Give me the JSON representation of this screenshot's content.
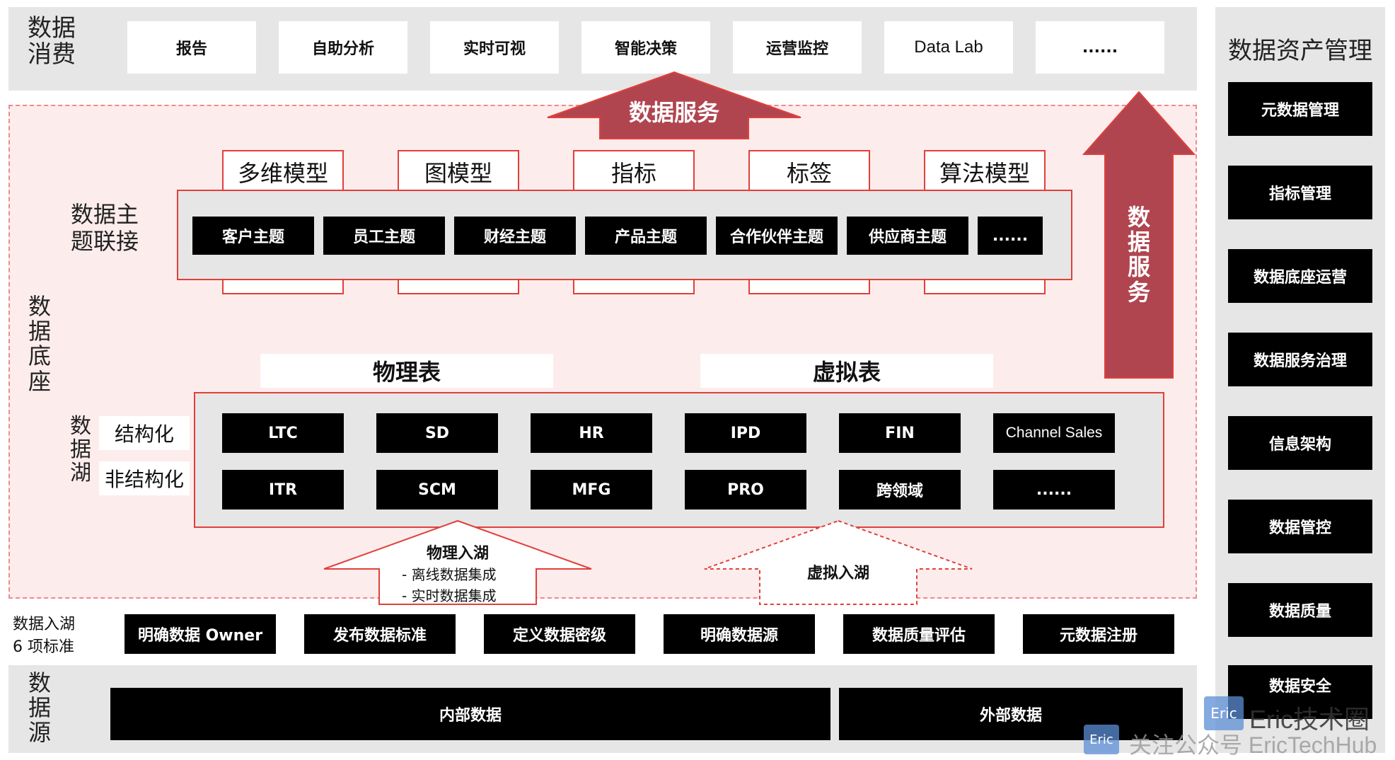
{
  "consumption": {
    "label": "数据消费",
    "items": [
      "报告",
      "自助分析",
      "实时可视",
      "智能决策",
      "运营监控",
      "Data Lab",
      "......"
    ]
  },
  "data_service_top": "数据服务",
  "data_service_side": "数据服务",
  "foundation_label": "数据底座",
  "models": [
    "多维模型",
    "图模型",
    "指标",
    "标签",
    "算法模型"
  ],
  "topic_label": "数据主题联接",
  "topics": [
    "客户主题",
    "员工主题",
    "财经主题",
    "产品主题",
    "合作伙伴主题",
    "供应商主题",
    "......"
  ],
  "table_types": {
    "physical": "物理表",
    "virtual": "虚拟表"
  },
  "lake": {
    "label": "数据湖",
    "structured": "结构化",
    "unstructured": "非结构化",
    "row1": [
      "LTC",
      "SD",
      "HR",
      "IPD",
      "FIN",
      "Channel Sales"
    ],
    "row2": [
      "ITR",
      "SCM",
      "MFG",
      "PRO",
      "跨领域",
      "......"
    ]
  },
  "physical_ingest": {
    "title": "物理入湖",
    "line1": "- 离线数据集成",
    "line2": "- 实时数据集成"
  },
  "virtual_ingest": {
    "title": "虚拟入湖"
  },
  "standards": {
    "label_line1": "数据入湖",
    "label_line2": "6 项标准",
    "items": [
      "明确数据 Owner",
      "发布数据标准",
      "定义数据密级",
      "明确数据源",
      "数据质量评估",
      "元数据注册"
    ]
  },
  "sources": {
    "label": "数据源",
    "internal": "内部数据",
    "external": "外部数据"
  },
  "asset_mgmt": {
    "title": "数据资产管理",
    "items": [
      "元数据管理",
      "指标管理",
      "数据底座运营",
      "数据服务治理",
      "信息架构",
      "数据管控",
      "数据质量",
      "数据安全"
    ]
  },
  "watermark": {
    "logo": "Eric",
    "line1": "Eric技术圈",
    "line2": "关注公众号 EricTechHub"
  },
  "colors": {
    "accent_red": "#e0403a",
    "arrow_fill": "#b0454f",
    "pink_bg": "#fdecec",
    "band_gray": "#e6e6e6"
  }
}
